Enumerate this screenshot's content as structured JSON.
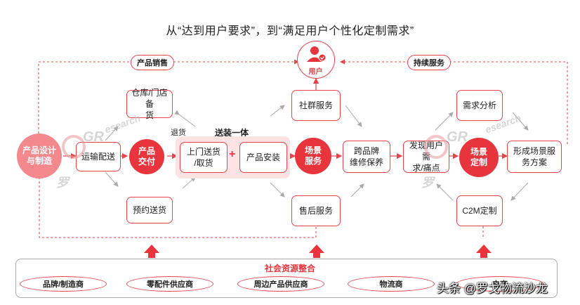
{
  "title": "从“达到用户要求”，到“满足用户个性化定制需求”",
  "top": {
    "user_label": "用户",
    "product_sales": "产品销售",
    "continuous_service": "持续服务"
  },
  "nodes": {
    "design_manufacture": "产品设计\n与制造",
    "transport": "运输配送",
    "product_delivery": "产品\n交付",
    "warehouse": "仓库/门店备\n货",
    "return_goods": "退货",
    "scheduled_delivery": "预约送货",
    "install_integration": "送装一体",
    "door_delivery": "上门送货\n/取货",
    "plus": "+",
    "install": "产品安装",
    "scene_service": "场景\n服务",
    "community": "社群服务",
    "cross_brand": "跨品牌\n维修保养",
    "after_sales": "售后服务",
    "find_needs": "发现用户需\n求/痛点",
    "scene_custom": "场景\n定制",
    "needs_analysis": "需求分析",
    "scene_solution": "形成场景服\n务方案",
    "c2m": "C2M定制"
  },
  "bottom": {
    "title": "社会资源整合",
    "items": [
      "品牌/制造商",
      "零配件供应商",
      "周边产品供应商",
      "物流商",
      "电商"
    ]
  },
  "watermark": {
    "brand": "GR",
    "text": "esearch",
    "cn": "罗",
    "credit": "头条 @罗戈物流沙龙"
  },
  "colors": {
    "accent": "#e8343c",
    "light": "#f3888d",
    "pale": "#fde3e4"
  }
}
